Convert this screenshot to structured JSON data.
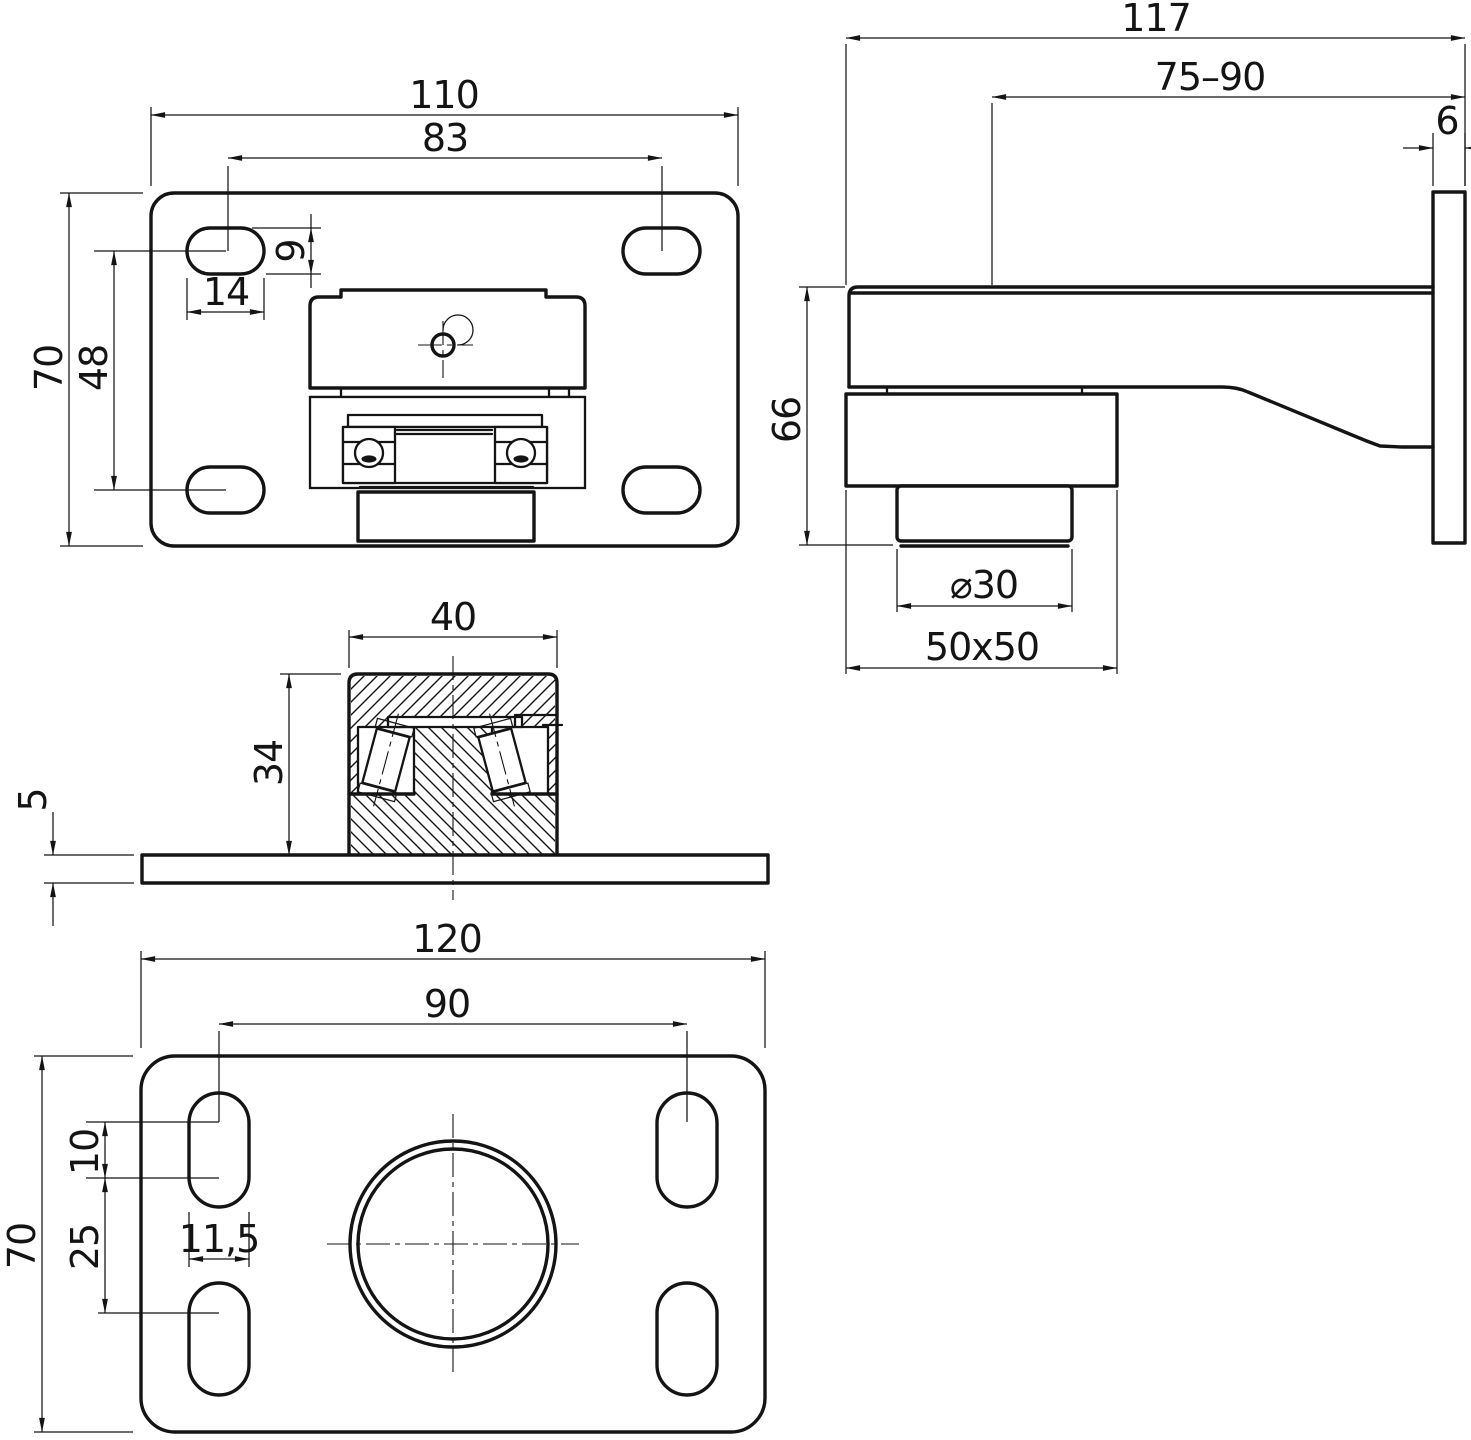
{
  "drawing": {
    "type": "technical-drawing",
    "background_color": "#ffffff",
    "line_color": "#141414",
    "views": {
      "top": {
        "title": "top-view-upper-bracket",
        "dims": {
          "plate_width": "110",
          "slot_spacing_h": "83",
          "slot_height": "9",
          "slot_length": "14",
          "plate_height": "70",
          "slot_spacing_v": "48"
        }
      },
      "side": {
        "title": "side-view",
        "dims": {
          "total_length": "117",
          "adjust_range": "75–90",
          "wall_plate_thickness": "6",
          "total_height": "66",
          "pin_diameter": "⌀30",
          "block_size": "50x50"
        }
      },
      "section": {
        "title": "section-view-bearing-block",
        "dims": {
          "block_width": "40",
          "block_height": "34",
          "plate_thickness": "5"
        }
      },
      "bottom": {
        "title": "bottom-view-lower-plate",
        "dims": {
          "plate_width": "120",
          "slot_spacing_h": "90",
          "plate_height": "70",
          "slot_arc_spacing": "10",
          "slot_spacing_v": "25",
          "slot_width": "11,5"
        }
      }
    }
  }
}
